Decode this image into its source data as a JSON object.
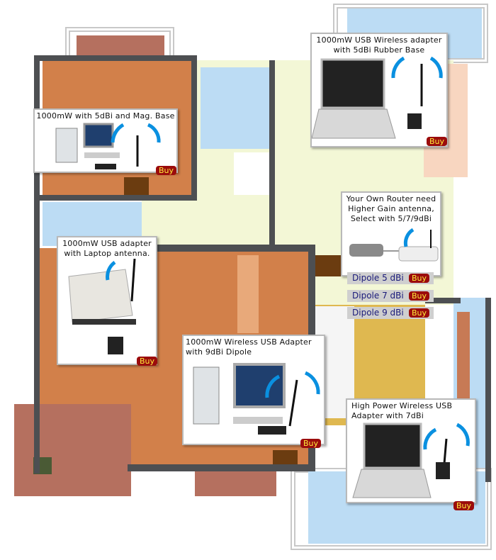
{
  "colors": {
    "wall": "#4d4f52",
    "orange_room": "#d2804a",
    "blue_room": "#bcdcf4",
    "hall": "#f3f7d6",
    "balcony": "#b5705f",
    "peach": "#f8d6c0",
    "gold": "#dfb850",
    "buy_bg": "#9b0c0c",
    "buy_text": "#ffeb3b"
  },
  "callouts": [
    {
      "title": "1000mW with 5dBi and Mag. Base",
      "buy": "Buy",
      "icon": "desktop-pc-with-magnetic-antenna"
    },
    {
      "title_lines": [
        "1000mW USB Wireless adapter",
        "with 5dBi Rubber Base"
      ],
      "buy": "Buy",
      "icon": "laptop-with-rubber-base-antenna"
    },
    {
      "title_lines": [
        "Your Own Router need",
        "Higher Gain antenna,",
        "Select with 5/7/9dBi"
      ],
      "icon": "router-with-antenna"
    },
    {
      "title_lines": [
        "1000mW USB adapter",
        "with Laptop antenna."
      ],
      "buy": "Buy",
      "icon": "laptop-with-clip-antenna"
    },
    {
      "title_lines": [
        "1000mW Wireless USB Adapter",
        "with 9dBi Dipole"
      ],
      "buy": "Buy",
      "icon": "desktop-pc-with-dipole"
    },
    {
      "title_lines": [
        "High Power Wireless USB",
        "Adapter with 7dBi"
      ],
      "buy": "Buy",
      "icon": "laptop-with-7dbi-adapter"
    }
  ],
  "dipoles": [
    {
      "label": "Dipole 5 dBi",
      "buy": "Buy"
    },
    {
      "label": "Dipole 7 dBi",
      "buy": "Buy"
    },
    {
      "label": "Dipole 9 dBi",
      "buy": "Buy"
    }
  ]
}
